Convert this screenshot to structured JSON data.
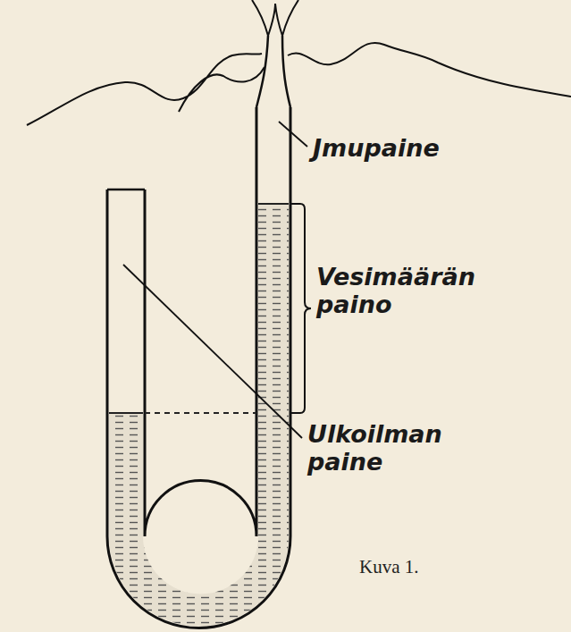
{
  "diagram": {
    "caption": "Kuva 1.",
    "labels": [
      "Jmupaine",
      "Vesimäärän paino",
      "Ulkoilman paine"
    ]
  }
}
